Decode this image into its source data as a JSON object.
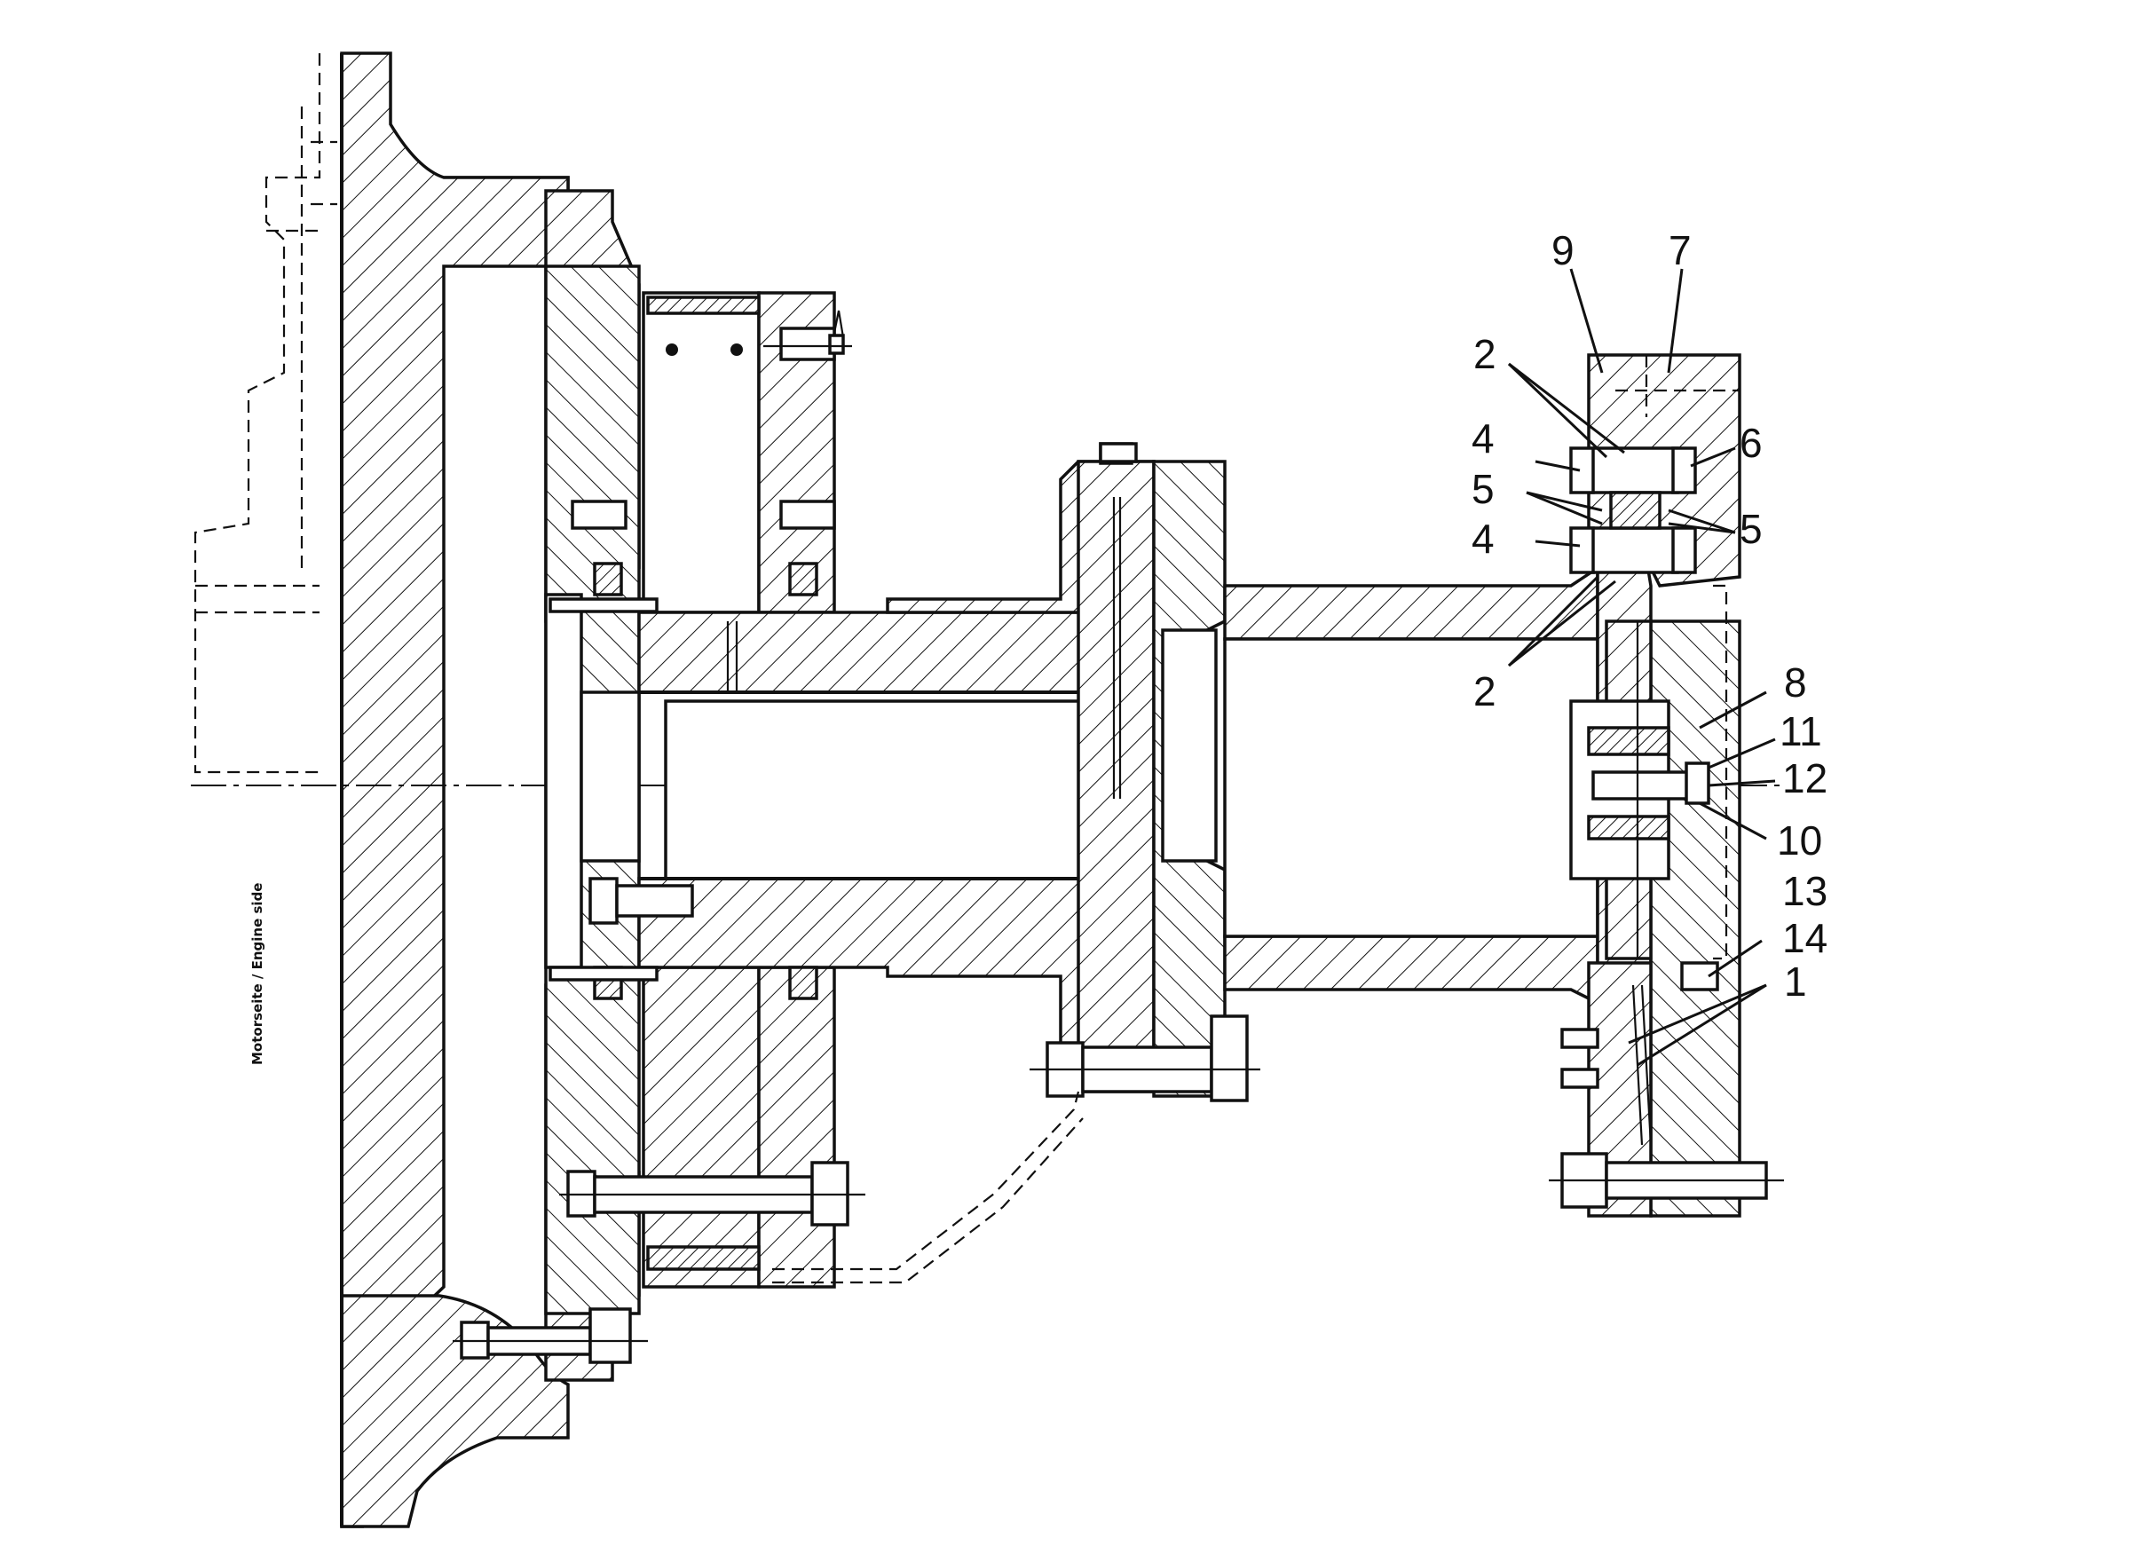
{
  "side_note": "Motorseite / Engine side",
  "callouts": [
    "9",
    "7",
    "2",
    "4",
    "6",
    "5",
    "5",
    "4",
    "2",
    "8",
    "11",
    "12",
    "10",
    "13",
    "14",
    "1"
  ]
}
